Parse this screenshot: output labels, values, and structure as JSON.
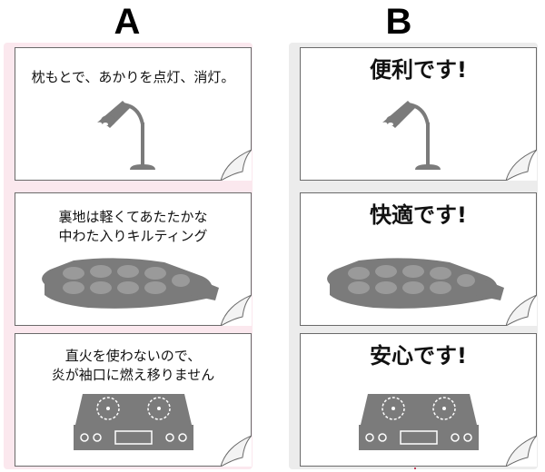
{
  "columns": [
    {
      "label": "A",
      "cards": [
        {
          "icon": "desk-lamp",
          "lines": [
            "枕もとで、あかりを点灯、消灯。"
          ]
        },
        {
          "icon": "futon",
          "lines": [
            "裏地は軽くてあたたかな",
            "中わた入りキルティング"
          ]
        },
        {
          "icon": "induction-stove",
          "lines": [
            "直火を使わないので、",
            "炎が袖口に燃え移りません"
          ]
        }
      ]
    },
    {
      "label": "B",
      "cards": [
        {
          "icon": "desk-lamp",
          "lines": [
            "便利です!"
          ]
        },
        {
          "icon": "futon",
          "lines": [
            "快適です!"
          ]
        },
        {
          "icon": "induction-stove",
          "lines": [
            "安心です!"
          ]
        }
      ]
    }
  ],
  "colors": {
    "panel_a": "#fbe8ee",
    "panel_b": "#ececec",
    "illustration": "#7b7b7b"
  }
}
